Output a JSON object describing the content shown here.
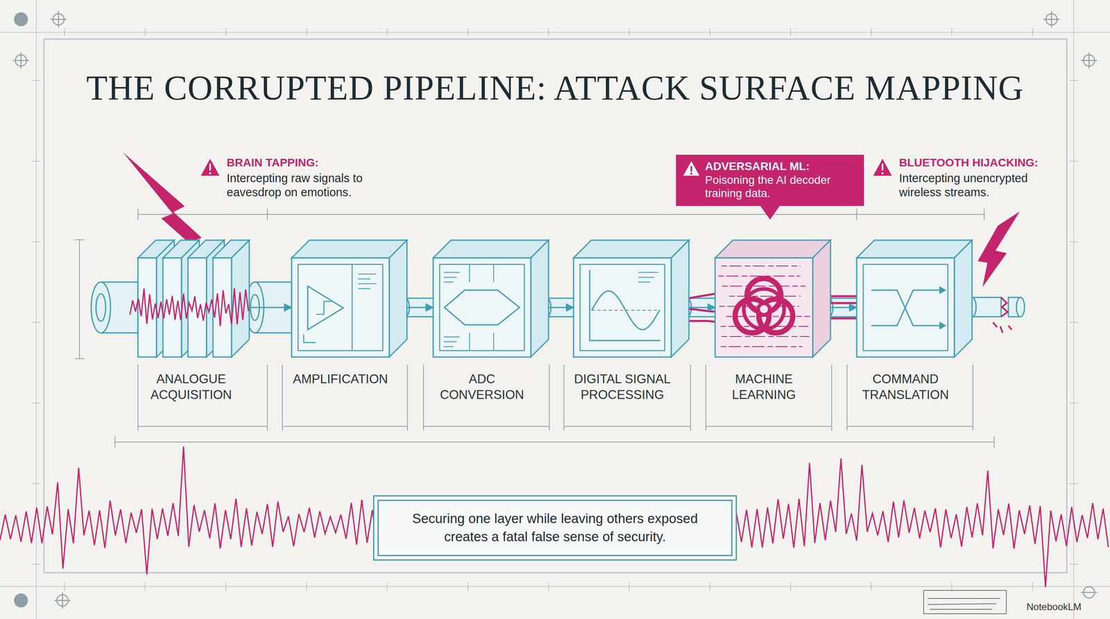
{
  "diagram": {
    "title": "THE CORRUPTED PIPELINE: ATTACK SURFACE MAPPING",
    "nodes": [
      {
        "text": [
          "ANALOGUE ACQUISITION"
        ]
      },
      {
        "text": [
          "AMPLIFICATION"
        ]
      },
      {
        "text": [
          "ADC CONVERSION"
        ]
      },
      {
        "text": [
          "DIGITAL SIGNAL PROCESSING"
        ]
      },
      {
        "text": [
          "MACHINE LEARNING"
        ]
      },
      {
        "text": [
          "COMMAND TRANSLATION"
        ]
      },
      {
        "text": [
          "ADVERSARIAL ML:",
          "Poisoning the AI decoder training data."
        ]
      },
      {
        "text": [
          "Securing one layer while leaving others exposed creates a fatal false sense of security."
        ]
      }
    ],
    "edges": [
      {
        "from": 0,
        "to": 1,
        "arrow": "to"
      },
      {
        "from": 1,
        "to": 2,
        "arrow": "to"
      },
      {
        "from": 2,
        "to": 3,
        "arrow": "to"
      },
      {
        "from": 3,
        "to": 4,
        "arrow": "to"
      },
      {
        "from": 4,
        "to": 5,
        "arrow": "to"
      }
    ],
    "labels": [
      "BRAIN TAPPING:",
      "Intercepting raw signals to eavesdrop on emotions.",
      "BLUETOOTH HIJACKING:",
      "Intercepting unencrypted wireless streams.",
      "NotebookLM"
    ]
  }
}
